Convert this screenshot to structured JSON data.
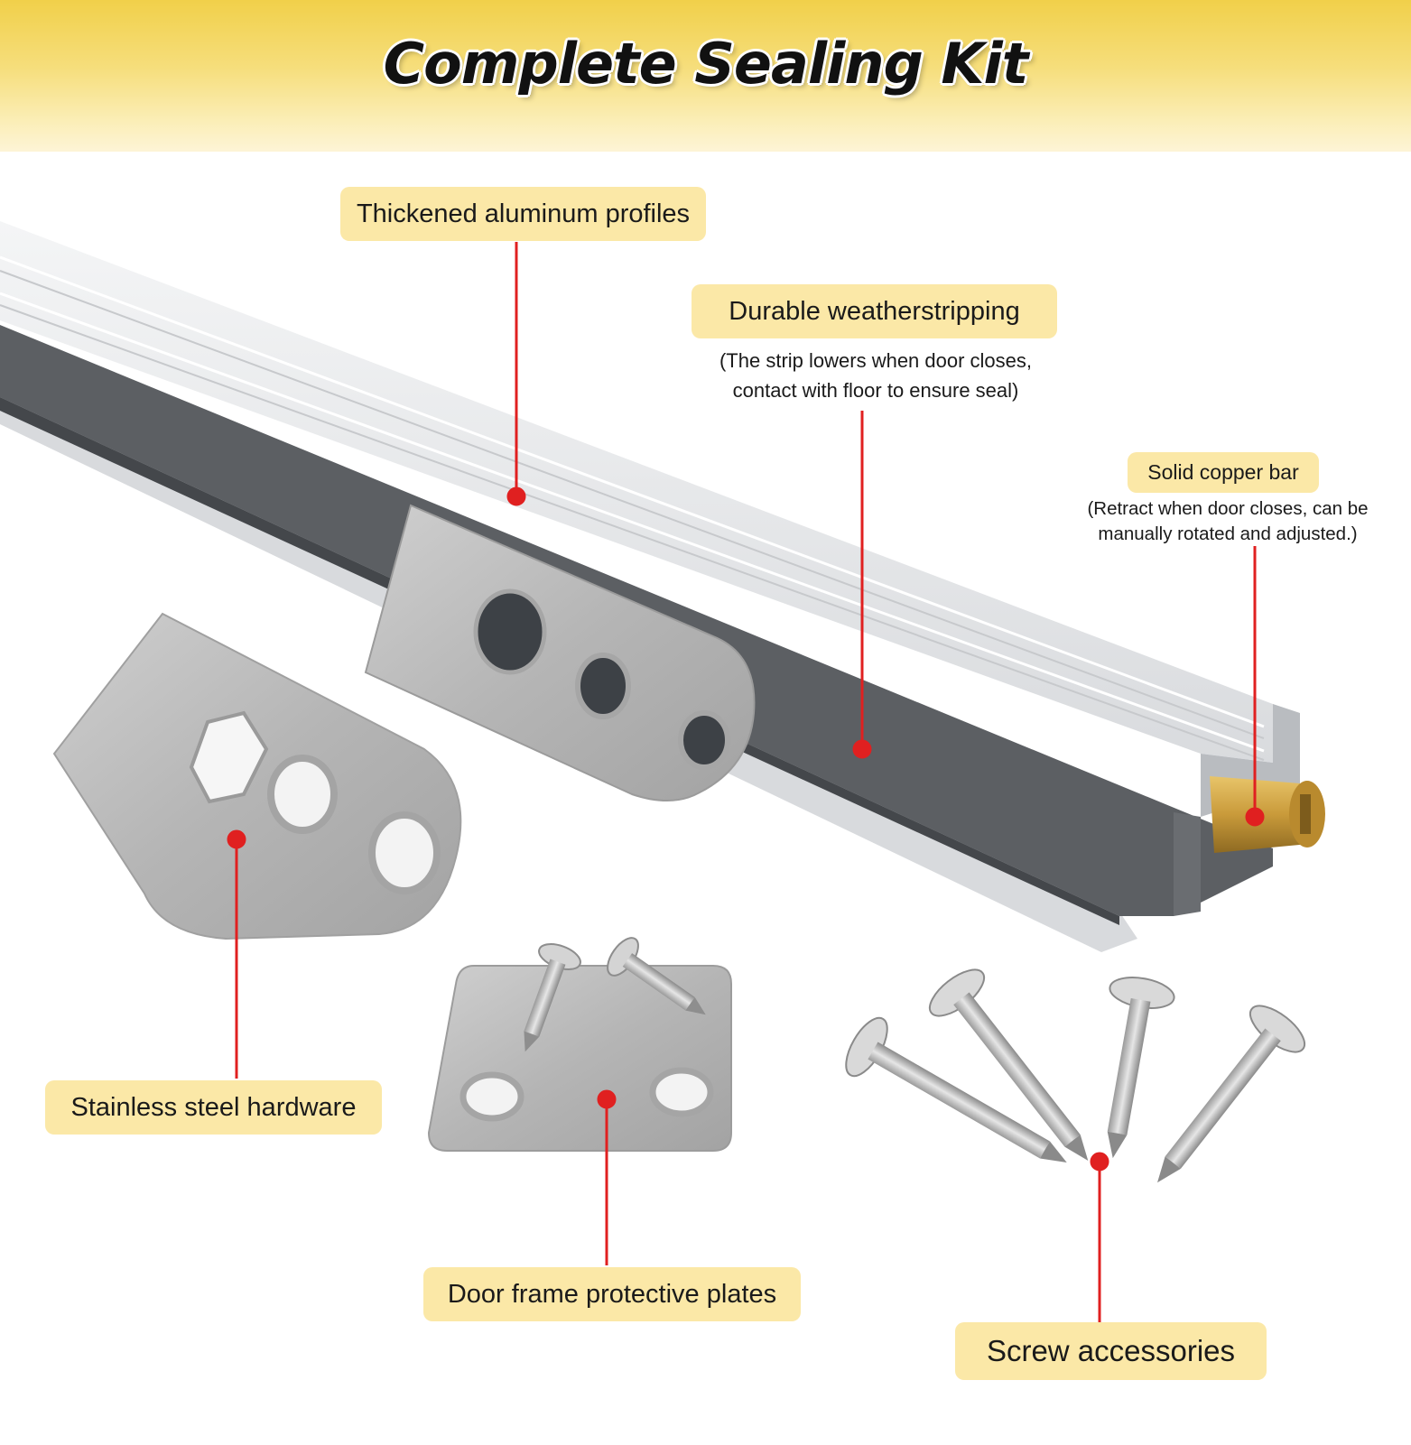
{
  "title": "Complete Sealing Kit",
  "callouts": {
    "aluminum": {
      "label": "Thickened aluminum profiles"
    },
    "weatherstrip": {
      "label": "Durable weatherstripping",
      "note_line1": "(The strip lowers when door closes,",
      "note_line2": "contact with floor to ensure seal)"
    },
    "copper": {
      "label": "Solid copper bar",
      "note_line1": "(Retract when door closes, can be",
      "note_line2": "manually rotated and adjusted.)"
    },
    "hardware": {
      "label": "Stainless steel hardware"
    },
    "plates": {
      "label": "Door frame protective plates"
    },
    "screws": {
      "label": "Screw accessories"
    }
  },
  "colors": {
    "banner": "#f1d04a",
    "label_bg": "#fbe8a7",
    "leader": "#e02020",
    "aluminum": "#e8e9eb",
    "rubber": "#5c5f63",
    "steel": "#bcbcbc",
    "brass": "#c99a3a"
  }
}
